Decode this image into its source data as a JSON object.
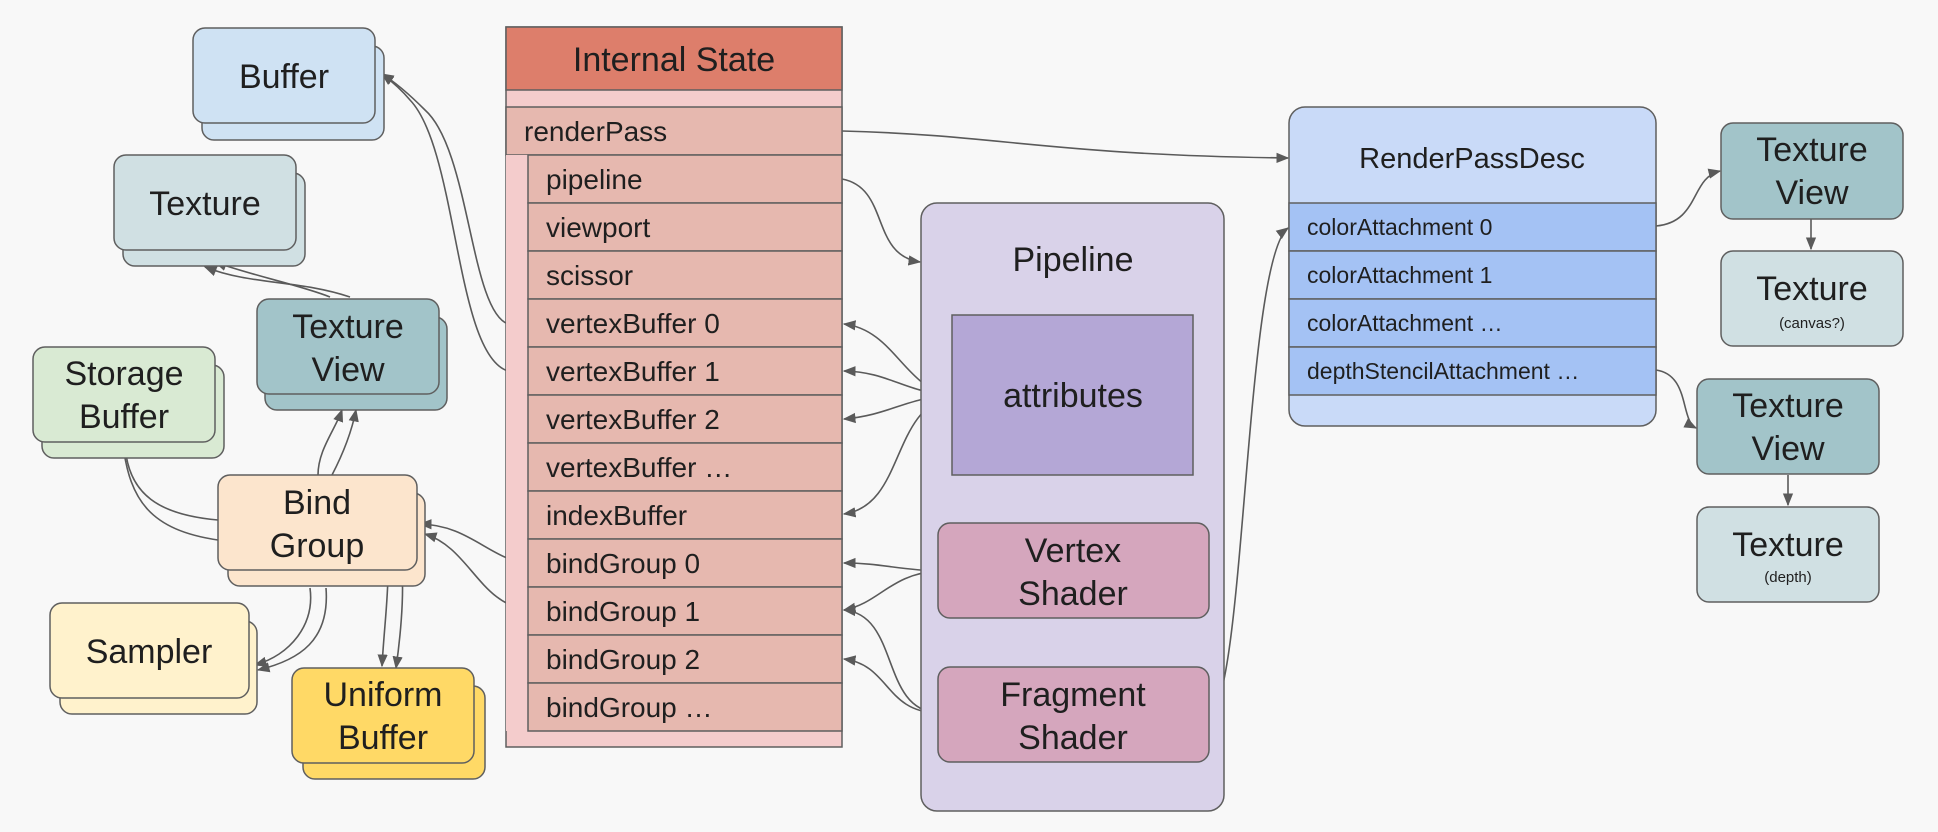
{
  "resources": {
    "buffer": "Buffer",
    "texture": "Texture",
    "texture_view": [
      "Texture",
      "View"
    ],
    "storage_buffer": [
      "Storage",
      "Buffer"
    ],
    "bind_group": [
      "Bind",
      "Group"
    ],
    "sampler": "Sampler",
    "uniform_buffer": [
      "Uniform",
      "Buffer"
    ]
  },
  "internal_state": {
    "title": "Internal State",
    "render_pass": "renderPass",
    "rows": [
      "pipeline",
      "viewport",
      "scissor",
      "vertexBuffer 0",
      "vertexBuffer 1",
      "vertexBuffer 2",
      "vertexBuffer …",
      "indexBuffer",
      "bindGroup 0",
      "bindGroup 1",
      "bindGroup 2",
      "bindGroup …"
    ]
  },
  "pipeline": {
    "title": "Pipeline",
    "attributes": "attributes",
    "vertex_shader": [
      "Vertex",
      "Shader"
    ],
    "fragment_shader": [
      "Fragment",
      "Shader"
    ]
  },
  "render_pass_desc": {
    "title": "RenderPassDesc",
    "rows": [
      "colorAttachment 0",
      "colorAttachment 1",
      "colorAttachment …",
      "depthStencilAttachment …"
    ]
  },
  "attachments": {
    "color_view": [
      "Texture",
      "View"
    ],
    "canvas_texture": "Texture",
    "canvas_note": "(canvas?)",
    "depth_view": [
      "Texture",
      "View"
    ],
    "depth_texture": "Texture",
    "depth_note": "(depth)"
  },
  "colors": {
    "buffer": "#cfe2f3",
    "texture": "#d0e0e3",
    "texture_view": "#a2c4c9",
    "storage_buffer": "#d9ead3",
    "bind_group": "#fce5cd",
    "sampler": "#fff2cc",
    "uniform_buffer": "#ffd966",
    "internal_state_header": "#dd7e6b",
    "internal_state_rows": "#e6b8af",
    "internal_state_body": "#f4cccc",
    "pipeline": "#d9d2e9",
    "attributes": "#b4a7d6",
    "shader": "#d5a6bd",
    "render_pass_desc": "#c9daf8",
    "render_pass_rows": "#a4c2f4"
  }
}
